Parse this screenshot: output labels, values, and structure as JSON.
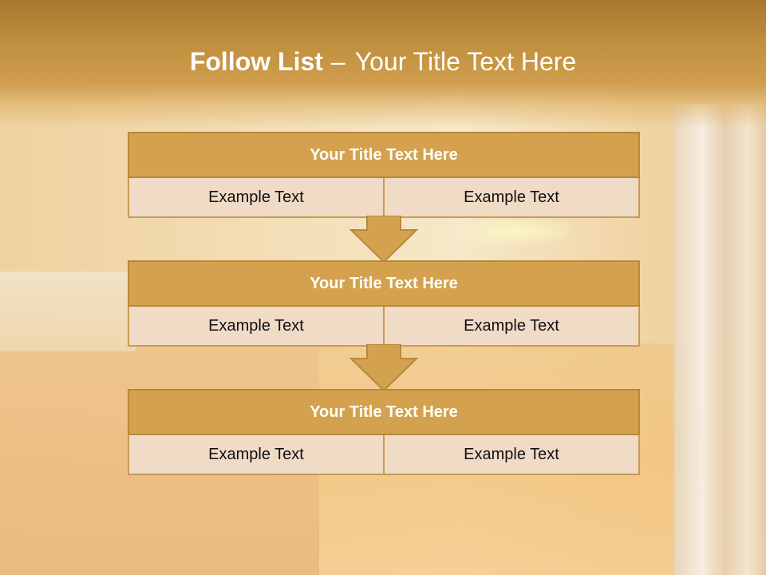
{
  "slide": {
    "title_strong": "Follow List",
    "title_dash": "–",
    "title_rest": "Your Title Text Here"
  },
  "steps": [
    {
      "title": "Your Title Text Here",
      "left": "Example Text",
      "right": "Example Text"
    },
    {
      "title": "Your Title Text Here",
      "left": "Example Text",
      "right": "Example Text"
    },
    {
      "title": "Your Title Text Here",
      "left": "Example Text",
      "right": "Example Text"
    }
  ],
  "colors": {
    "accent": "#d4a24e",
    "cell_fill": "#efdbc6",
    "title_band": "#c0903f"
  },
  "icons": {
    "connector": "down-arrow-icon"
  }
}
